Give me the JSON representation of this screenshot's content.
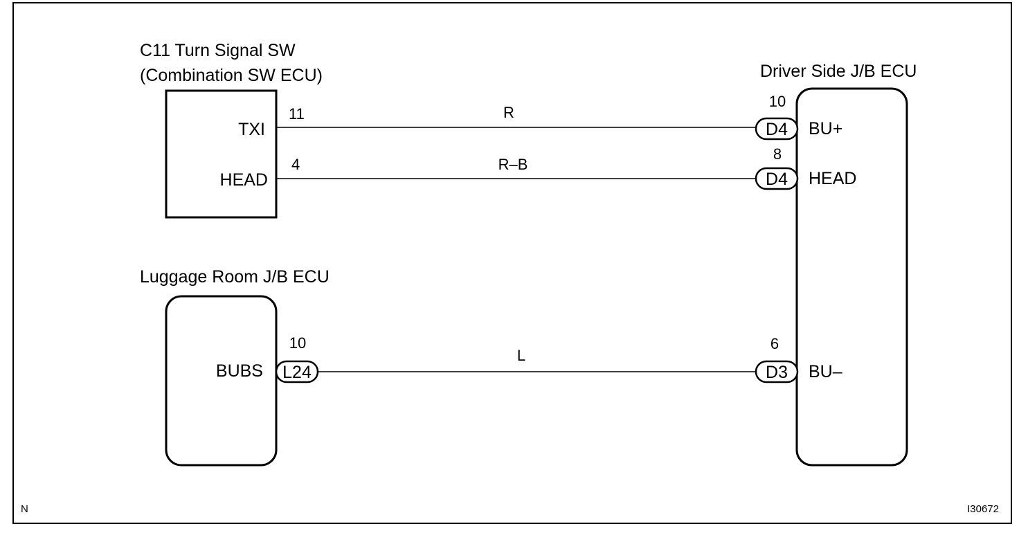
{
  "colors": {
    "line": "#000000",
    "background": "#ffffff"
  },
  "components": {
    "turn_signal_sw": {
      "title_line1": "C11 Turn Signal SW",
      "title_line2": "(Combination SW ECU)",
      "terminals": [
        "TXI",
        "HEAD"
      ]
    },
    "luggage_room_ecu": {
      "title": "Luggage Room J/B ECU",
      "terminal": "BUBS",
      "connector": "L24",
      "pin": "10"
    },
    "driver_side_ecu": {
      "title": "Driver Side J/B ECU",
      "terminals": [
        "BU+",
        "HEAD",
        "BU–"
      ]
    }
  },
  "wires": [
    {
      "from_pin": "11",
      "color_code": "R",
      "to_pin": "10",
      "connector": "D4"
    },
    {
      "from_pin": "4",
      "color_code": "R–B",
      "to_pin": "8",
      "connector": "D4"
    },
    {
      "color_code": "L",
      "to_pin": "6",
      "connector": "D3"
    }
  ],
  "footer": {
    "left_mark": "N",
    "figure_id": "I30672"
  }
}
